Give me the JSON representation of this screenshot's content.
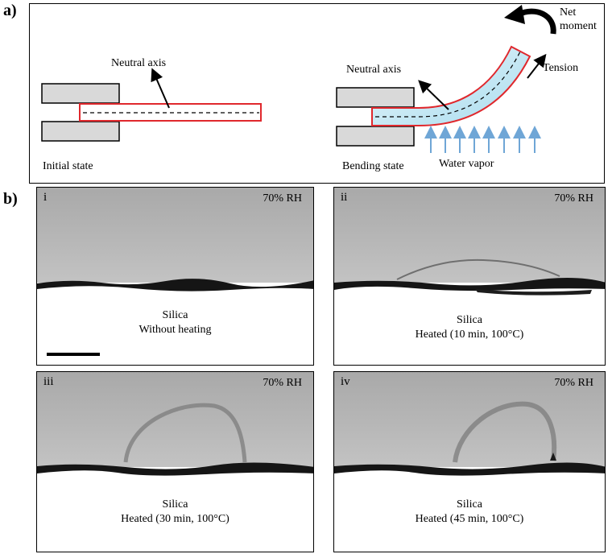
{
  "panel_a": {
    "label": "a)",
    "neutral_axis_left": "Neutral axis",
    "neutral_axis_right": "Neutral axis",
    "initial_state": "Initial state",
    "bending_state": "Bending state",
    "net_moment_line1": "Net",
    "net_moment_line2": "moment",
    "tension": "Tension",
    "water_vapor": "Water vapor",
    "colors": {
      "film_outline": "#e0282d",
      "film_fill": "#bfe6f3",
      "clamp": "#d9d9d9",
      "vapor_arrow": "#6fa6d6"
    },
    "icons": [
      "curved-arrow-icon",
      "arrow-icon"
    ]
  },
  "panel_b": {
    "label": "b)",
    "photos": [
      {
        "roman": "i",
        "rh": "70% RH",
        "line1": "Silica",
        "line2": "Without heating"
      },
      {
        "roman": "ii",
        "rh": "70% RH",
        "line1": "Silica",
        "line2": "Heated (10 min, 100°C)"
      },
      {
        "roman": "iii",
        "rh": "70% RH",
        "line1": "Silica",
        "line2": "Heated (30 min, 100°C)"
      },
      {
        "roman": "iv",
        "rh": "70% RH",
        "line1": "Silica",
        "line2": "Heated (45 min, 100°C)"
      }
    ]
  }
}
